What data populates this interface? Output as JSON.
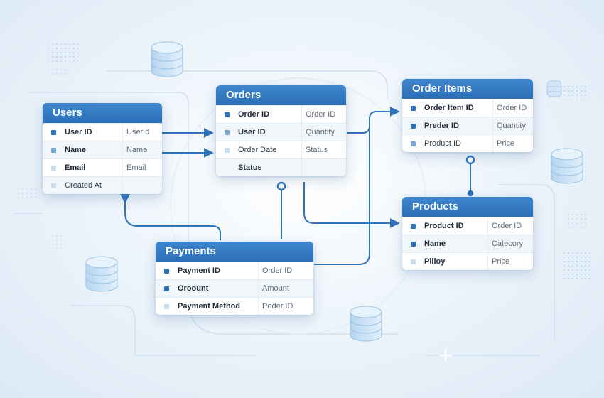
{
  "colors": {
    "header": "#2b6fb8",
    "connector": "#2f73bb",
    "accent_light": "#a9cbea"
  },
  "tables": {
    "users": {
      "title": "Users",
      "rows": [
        {
          "name": "User ID",
          "ref": "User d"
        },
        {
          "name": "Name",
          "ref": "Name"
        },
        {
          "name": "Email",
          "ref": "Email"
        },
        {
          "name": "Created At",
          "ref": ""
        }
      ]
    },
    "orders": {
      "title": "Orders",
      "rows": [
        {
          "name": "Order ID",
          "ref": "Order ID"
        },
        {
          "name": "User ID",
          "ref": "Quantity"
        },
        {
          "name": "Order Date",
          "ref": "Status"
        },
        {
          "name": "Status",
          "ref": ""
        }
      ]
    },
    "order_items": {
      "title": "Order Items",
      "rows": [
        {
          "name": "Order Item ID",
          "ref": "Order ID"
        },
        {
          "name": "Preder ID",
          "ref": "Quantity"
        },
        {
          "name": "Product ID",
          "ref": "Price"
        }
      ]
    },
    "products": {
      "title": "Products",
      "rows": [
        {
          "name": "Product ID",
          "ref": "Order ID"
        },
        {
          "name": "Name",
          "ref": "Catecory"
        },
        {
          "name": "Pilloy",
          "ref": "Price"
        }
      ]
    },
    "payments": {
      "title": "Payments",
      "rows": [
        {
          "name": "Payment ID",
          "ref": "Order ID"
        },
        {
          "name": "Oroount",
          "ref": "Amount"
        },
        {
          "name": "Payment Method",
          "ref": "Peder ID"
        }
      ]
    }
  }
}
